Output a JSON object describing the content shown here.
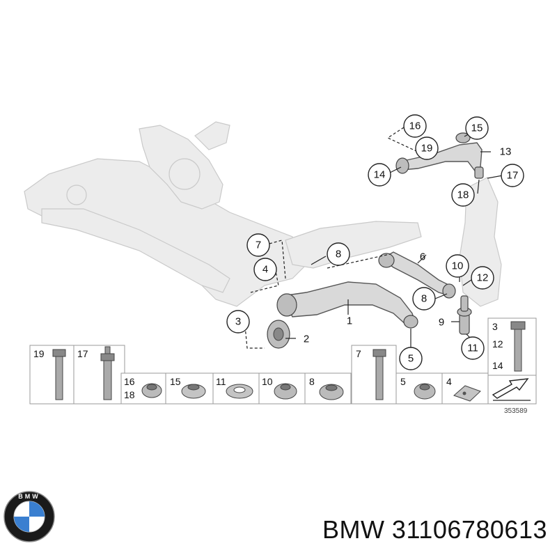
{
  "diagram": {
    "callouts": [
      {
        "id": "c16",
        "label": "16"
      },
      {
        "id": "c15",
        "label": "15"
      },
      {
        "id": "c19",
        "label": "19"
      },
      {
        "id": "c13",
        "label": "13"
      },
      {
        "id": "c14",
        "label": "14"
      },
      {
        "id": "c17",
        "label": "17"
      },
      {
        "id": "c18",
        "label": "18"
      },
      {
        "id": "c7",
        "label": "7"
      },
      {
        "id": "c8a",
        "label": "8"
      },
      {
        "id": "c6",
        "label": "6"
      },
      {
        "id": "c4",
        "label": "4"
      },
      {
        "id": "c10",
        "label": "10"
      },
      {
        "id": "c12",
        "label": "12"
      },
      {
        "id": "c8b",
        "label": "8"
      },
      {
        "id": "c1",
        "label": "1"
      },
      {
        "id": "c3",
        "label": "3"
      },
      {
        "id": "c9",
        "label": "9"
      },
      {
        "id": "c2",
        "label": "2"
      },
      {
        "id": "c11",
        "label": "11"
      },
      {
        "id": "c5",
        "label": "5"
      }
    ],
    "parts_panel": {
      "cells": [
        {
          "labels": [
            "19"
          ]
        },
        {
          "labels": [
            "17"
          ]
        },
        {
          "labels": [
            "16",
            "18"
          ]
        },
        {
          "labels": [
            "15"
          ]
        },
        {
          "labels": [
            "11"
          ]
        },
        {
          "labels": [
            "10"
          ]
        },
        {
          "labels": [
            "8"
          ]
        },
        {
          "labels": [
            "7"
          ]
        },
        {
          "labels": [
            "5"
          ]
        },
        {
          "labels": [
            "4"
          ]
        },
        {
          "labels": [
            "3",
            "12",
            "14"
          ]
        }
      ],
      "reference_number": "353589"
    }
  },
  "brand": {
    "logo_letters": "BMW",
    "part_title": "BMW 31106780613"
  }
}
